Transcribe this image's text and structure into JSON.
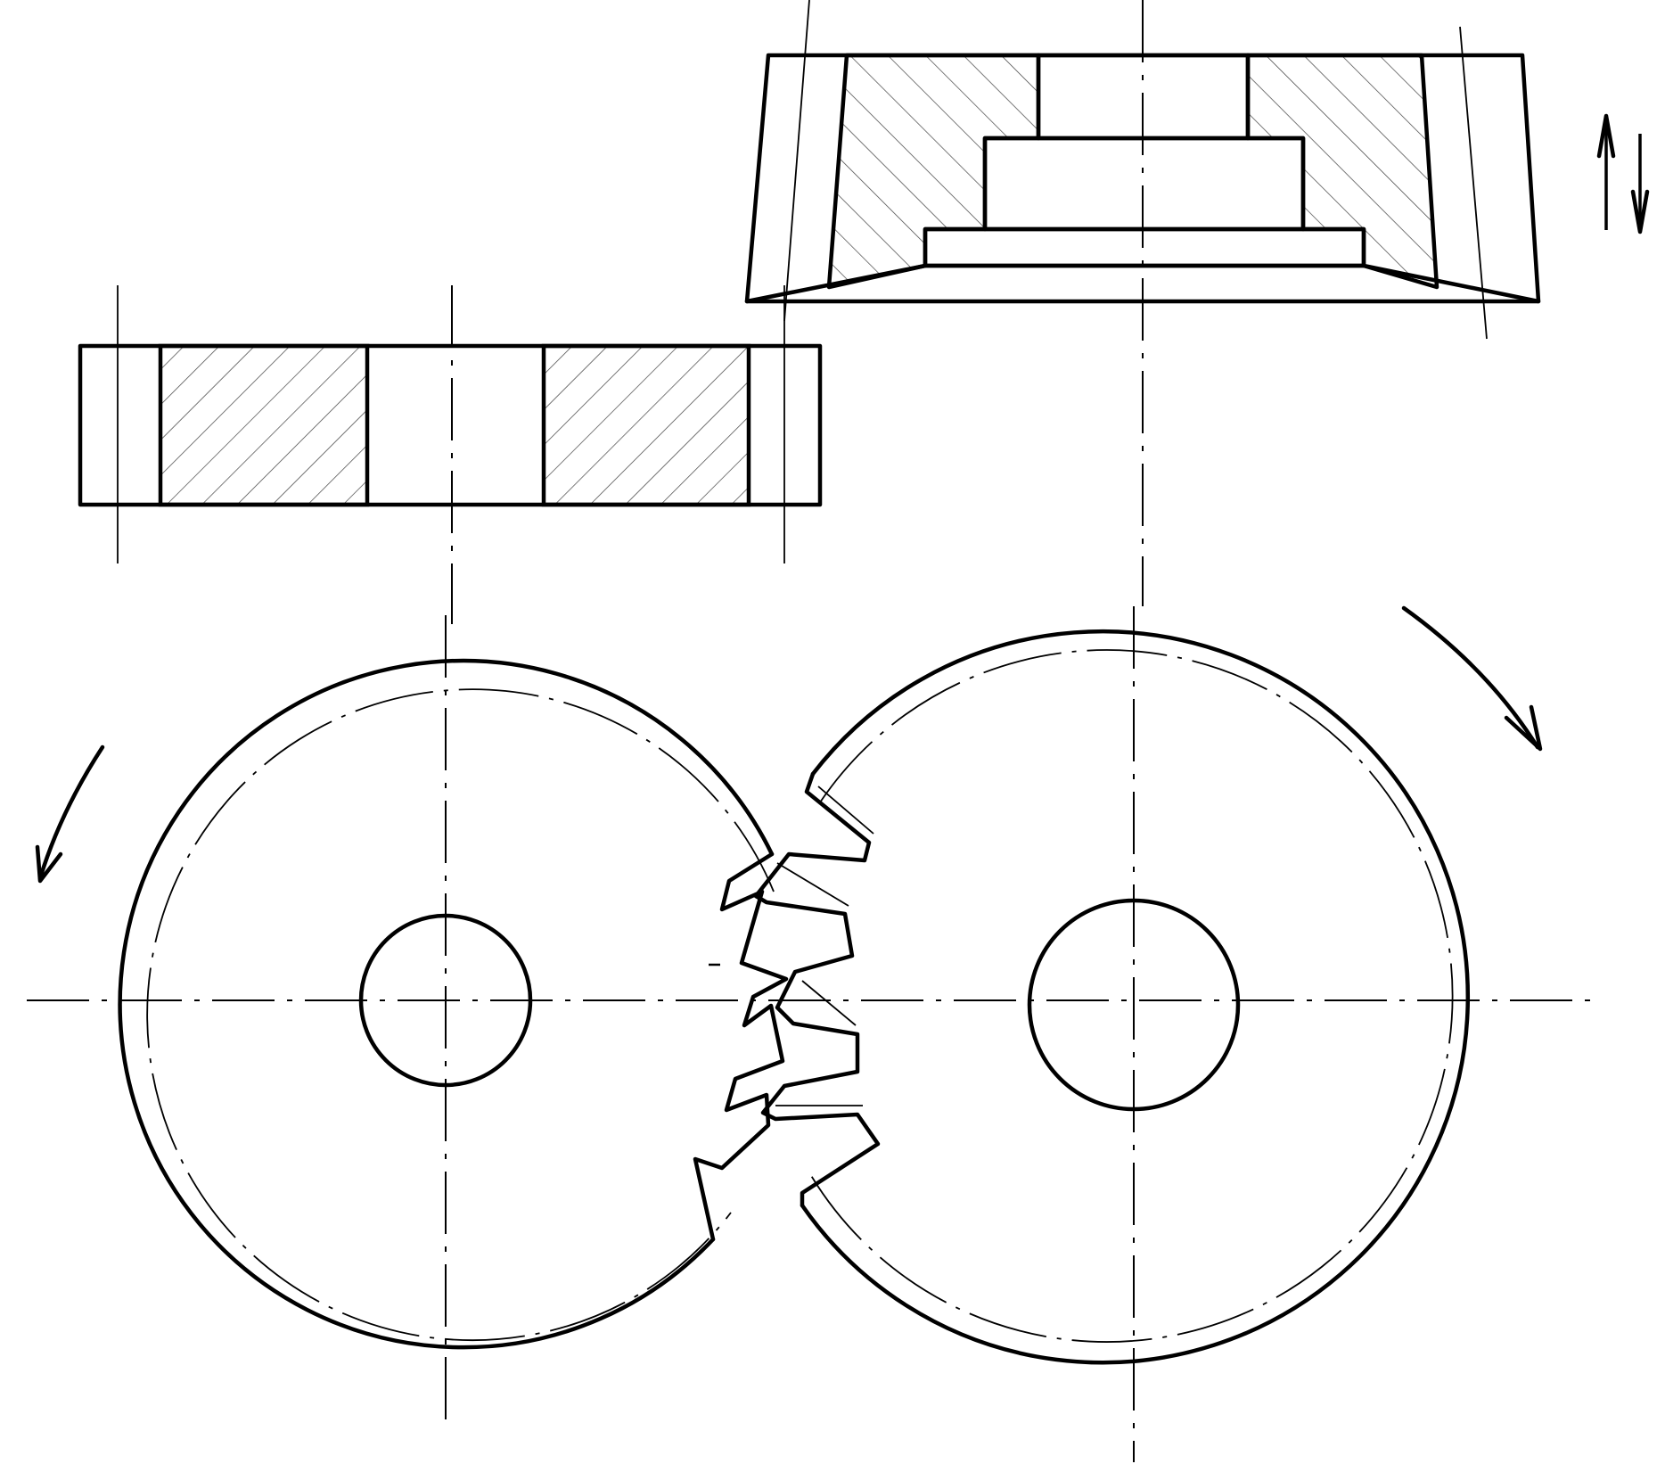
{
  "figure": {
    "left_gear": {
      "rotation": "counter-clockwise"
    },
    "right_gear": {
      "rotation": "clockwise"
    },
    "cutter_motion": "reciprocating-vertical"
  }
}
